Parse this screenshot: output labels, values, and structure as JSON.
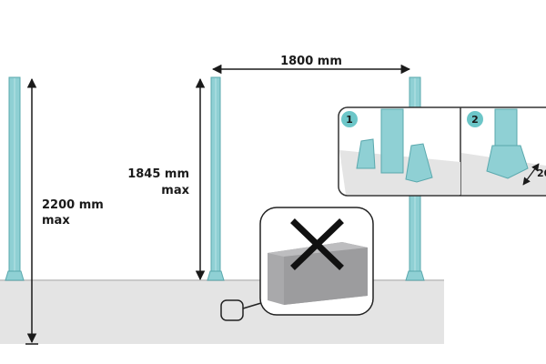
{
  "dimensions": {
    "total_height": {
      "value": "2200 mm",
      "qualifier": "max"
    },
    "post_height": {
      "value": "1845 mm",
      "qualifier": "max"
    },
    "post_spacing": {
      "value": "1800 mm"
    }
  },
  "steps": [
    {
      "number": "1"
    },
    {
      "number": "2",
      "partial_label": "20"
    }
  ],
  "colors": {
    "post": "#8fd0d4",
    "ground": "#e4e4e4",
    "block": "#a9a9ab",
    "badge": "#6cc6c8"
  }
}
